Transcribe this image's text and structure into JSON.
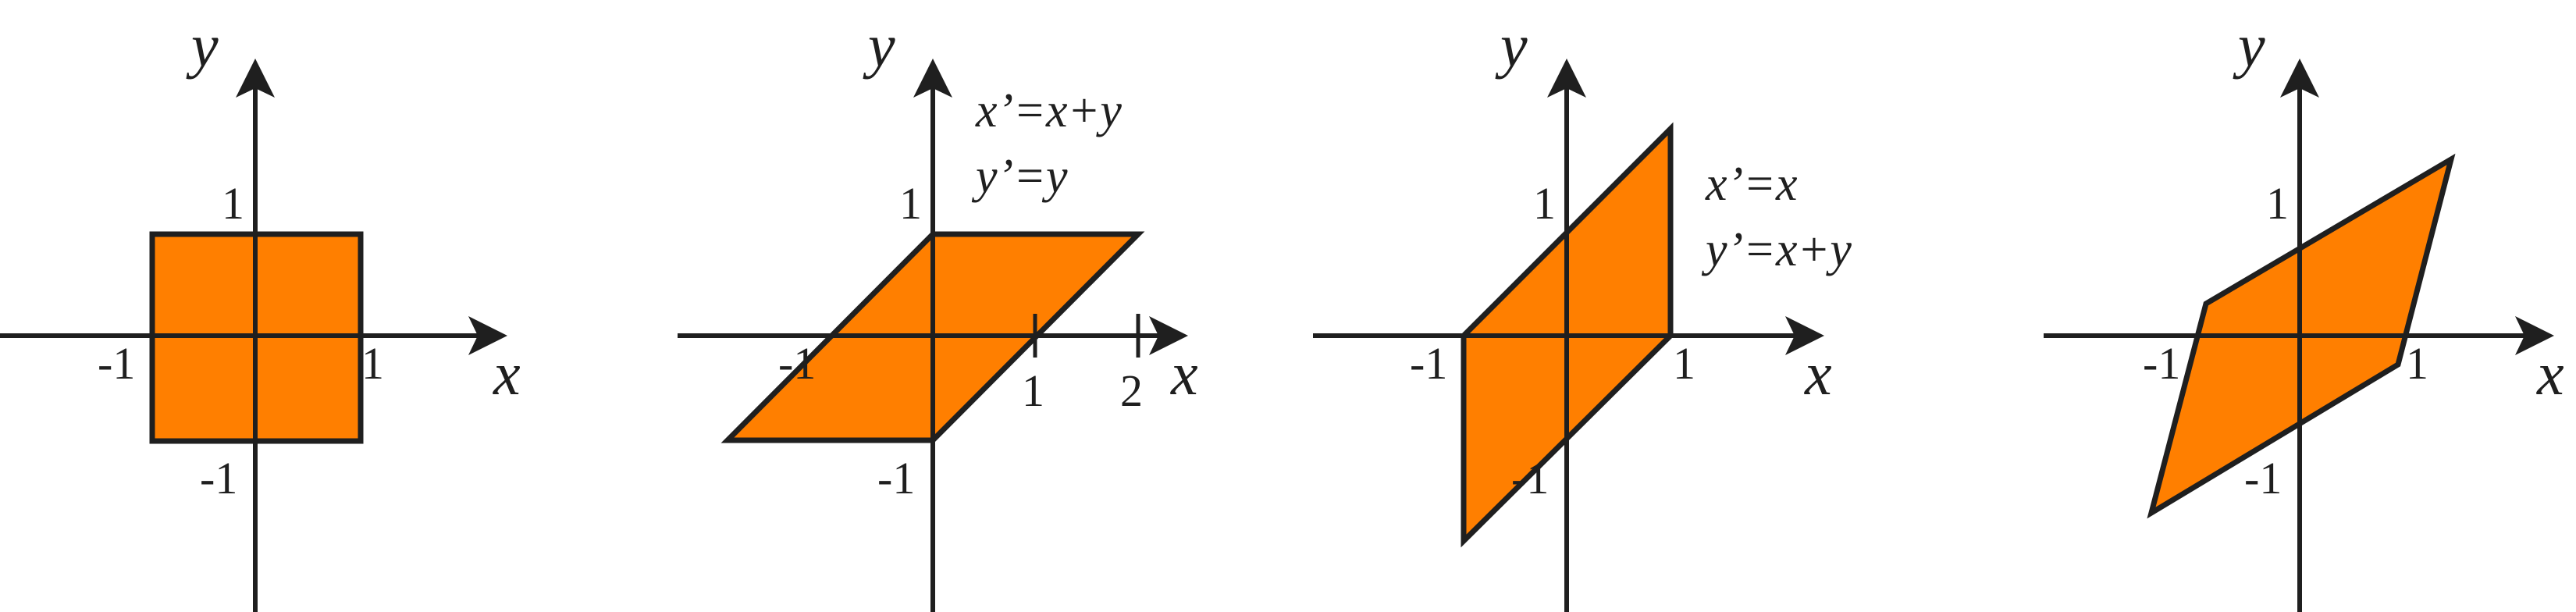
{
  "panels": [
    {
      "id": "identity",
      "x_axis_label": "x",
      "y_axis_label": "y",
      "tick_labels": [
        "-1",
        "1",
        "1",
        "-1"
      ],
      "equations": [],
      "shape_vertices": [
        [
          -1,
          -1
        ],
        [
          1,
          -1
        ],
        [
          1,
          1
        ],
        [
          -1,
          1
        ]
      ]
    },
    {
      "id": "shear-x",
      "x_axis_label": "x",
      "y_axis_label": "y",
      "tick_labels": [
        "-1",
        "1",
        "2",
        "1",
        "-1"
      ],
      "equations": [
        "x’=x+y",
        "y’=y"
      ],
      "shape_vertices": [
        [
          -2,
          -1
        ],
        [
          0,
          -1
        ],
        [
          2,
          1
        ],
        [
          0,
          1
        ]
      ]
    },
    {
      "id": "shear-y",
      "x_axis_label": "x",
      "y_axis_label": "y",
      "tick_labels": [
        "-1",
        "1",
        "1",
        "-1"
      ],
      "equations": [
        "x’=x",
        "y’=x+y"
      ],
      "shape_vertices": [
        [
          -1,
          -2
        ],
        [
          1,
          0
        ],
        [
          1,
          2
        ],
        [
          -1,
          0
        ]
      ]
    },
    {
      "id": "rotated-scaled",
      "x_axis_label": "x",
      "y_axis_label": "y",
      "tick_labels": [
        "-1",
        "1",
        "1",
        "-1"
      ],
      "equations": [],
      "shape_vertices": [
        [
          -1.45,
          -1.7
        ],
        [
          0.95,
          -0.3
        ],
        [
          1.45,
          1.7
        ],
        [
          -0.95,
          0.3
        ]
      ]
    }
  ],
  "colors": {
    "fill": "#ff7f00",
    "stroke": "#1f1f1f"
  }
}
